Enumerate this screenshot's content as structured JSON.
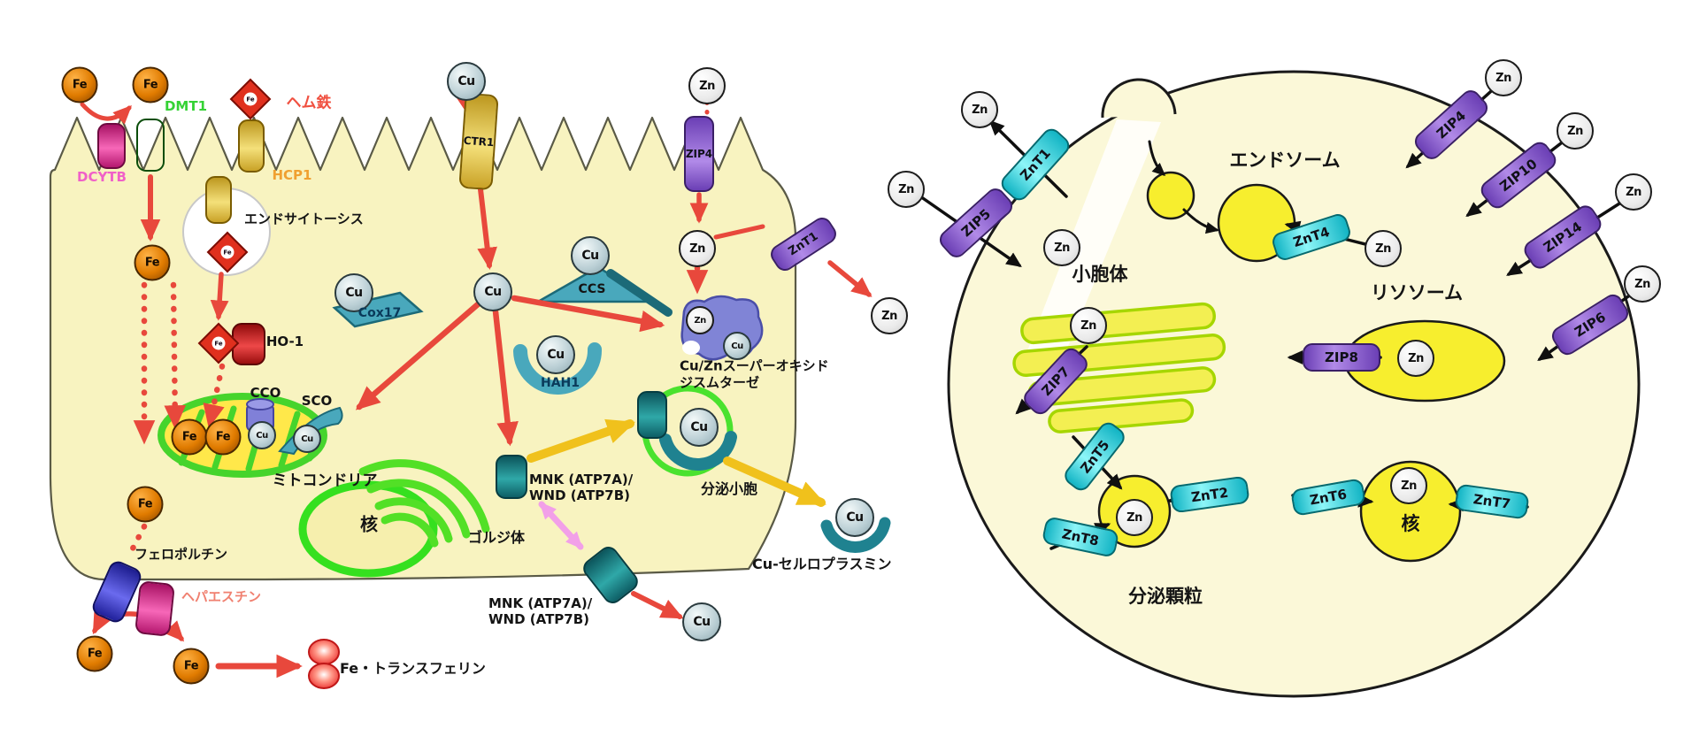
{
  "ions": {
    "fe": "Fe",
    "cu": "Cu",
    "zn": "Zn"
  },
  "left_cell": {
    "iron_pathway": {
      "dcytb": "DCYTB",
      "dmt1": "DMT1",
      "heme_iron": "ヘム鉄",
      "hcp1": "HCP1",
      "endocytosis": "エンドサイトーシス",
      "ho1": "HO-1",
      "cco": "CCO",
      "sco": "SCO",
      "mitochondria": "ミトコンドリア",
      "ferroportin": "フェロポルチン",
      "hephaestin": "ヘパエスチン",
      "fe_transferrin": "Fe・トランスフェリン"
    },
    "copper_pathway": {
      "ctr1": "CTR1",
      "cox17": "Cox17",
      "ccs": "CCS",
      "hah1": "HAH1",
      "atp7_line1": "MNK (ATP7A)/",
      "atp7_line2": "WND (ATP7B)",
      "golgi": "ゴルジ体",
      "nucleus": "核",
      "secretory_vesicle": "分泌小胞",
      "sod_line1": "Cu/Znスーパーオキシド",
      "sod_line2": "ジスムターゼ",
      "ceruloplasmin": "Cu-セルロプラスミン"
    },
    "zinc_pathway": {
      "zip4": "ZIP4",
      "znt1": "ZnT1"
    }
  },
  "right_cell": {
    "plasma_membrane_transporters": {
      "znt1": "ZnT1",
      "zip5": "ZIP5",
      "zip4": "ZIP4",
      "zip10": "ZIP10",
      "zip14": "ZIP14",
      "zip6": "ZIP6"
    },
    "organelles": {
      "endosome": "エンドソーム",
      "lysosome": "リソソーム",
      "er": "小胞体",
      "secretory_granule": "分泌顆粒",
      "nucleus": "核"
    },
    "organelle_transporters": {
      "znt4": "ZnT4",
      "zip8": "ZIP8",
      "zip7": "ZIP7",
      "znt5": "ZnT5",
      "znt2": "ZnT2",
      "znt8": "ZnT8",
      "znt6": "ZnT6",
      "znt7": "ZnT7"
    }
  },
  "colors": {
    "cell_fill": "#f8f3c0",
    "zip_purple": "#9a6ae0",
    "znt_cyan": "#38d8e0",
    "arrow_red": "#e8483c",
    "arrow_yellow": "#f0c11c",
    "organelle_yellow": "#f7ee2e",
    "membrane_green": "#35e01f"
  }
}
